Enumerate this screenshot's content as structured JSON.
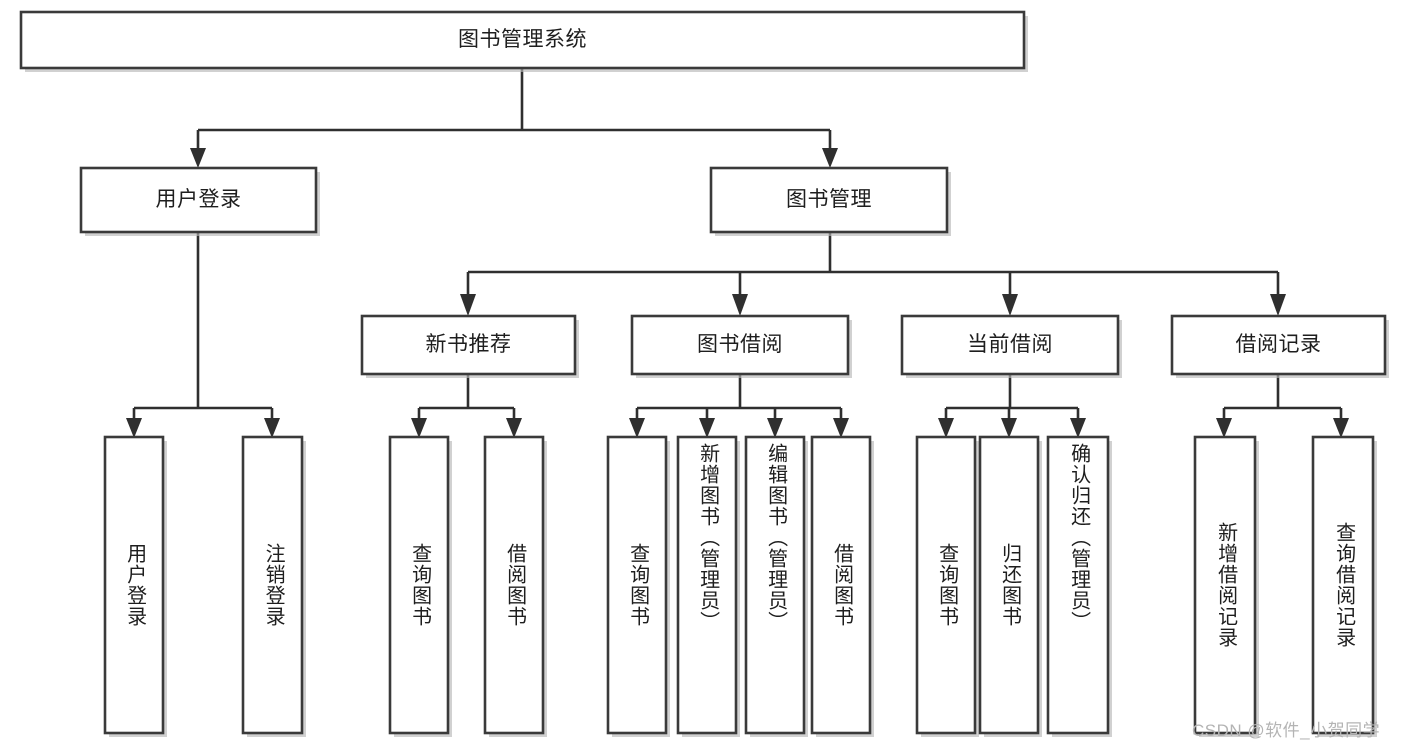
{
  "diagram": {
    "type": "hierarchy-tree",
    "title": "图书管理系统",
    "watermark": "CSDN @软件_小贺同学",
    "colors": {
      "box_fill": "#ffffff",
      "box_stroke": "#3a3a3a",
      "connector": "#2f2f2f",
      "text": "#1e1e1e",
      "watermark": "#b4b4b4"
    },
    "nodes": {
      "root": {
        "label": "图书管理系统"
      },
      "level2": [
        {
          "id": "user-login",
          "label": "用户登录"
        },
        {
          "id": "book-management",
          "label": "图书管理"
        }
      ],
      "level3": [
        {
          "id": "new-book-recommend",
          "label": "新书推荐"
        },
        {
          "id": "book-borrow",
          "label": "图书借阅"
        },
        {
          "id": "current-borrow",
          "label": "当前借阅"
        },
        {
          "id": "borrow-record",
          "label": "借阅记录"
        }
      ],
      "leaves": {
        "user-login": [
          {
            "id": "leaf-user-login",
            "label": "用户登录"
          },
          {
            "id": "leaf-logout",
            "label": "注销登录"
          }
        ],
        "new-book-recommend": [
          {
            "id": "leaf-query-book-1",
            "label": "查询图书"
          },
          {
            "id": "leaf-borrow-book-1",
            "label": "借阅图书"
          }
        ],
        "book-borrow": [
          {
            "id": "leaf-query-book-2",
            "label": "查询图书"
          },
          {
            "id": "leaf-add-book",
            "label": "新增图书（管理员）"
          },
          {
            "id": "leaf-edit-book",
            "label": "编辑图书（管理员）"
          },
          {
            "id": "leaf-borrow-book-2",
            "label": "借阅图书"
          }
        ],
        "current-borrow": [
          {
            "id": "leaf-query-book-3",
            "label": "查询图书"
          },
          {
            "id": "leaf-return-book",
            "label": "归还图书"
          },
          {
            "id": "leaf-confirm-return",
            "label": "确认归还（管理员）"
          }
        ],
        "borrow-record": [
          {
            "id": "leaf-add-record",
            "label": "新增借阅记录"
          },
          {
            "id": "leaf-query-record",
            "label": "查询借阅记录"
          }
        ]
      }
    }
  }
}
